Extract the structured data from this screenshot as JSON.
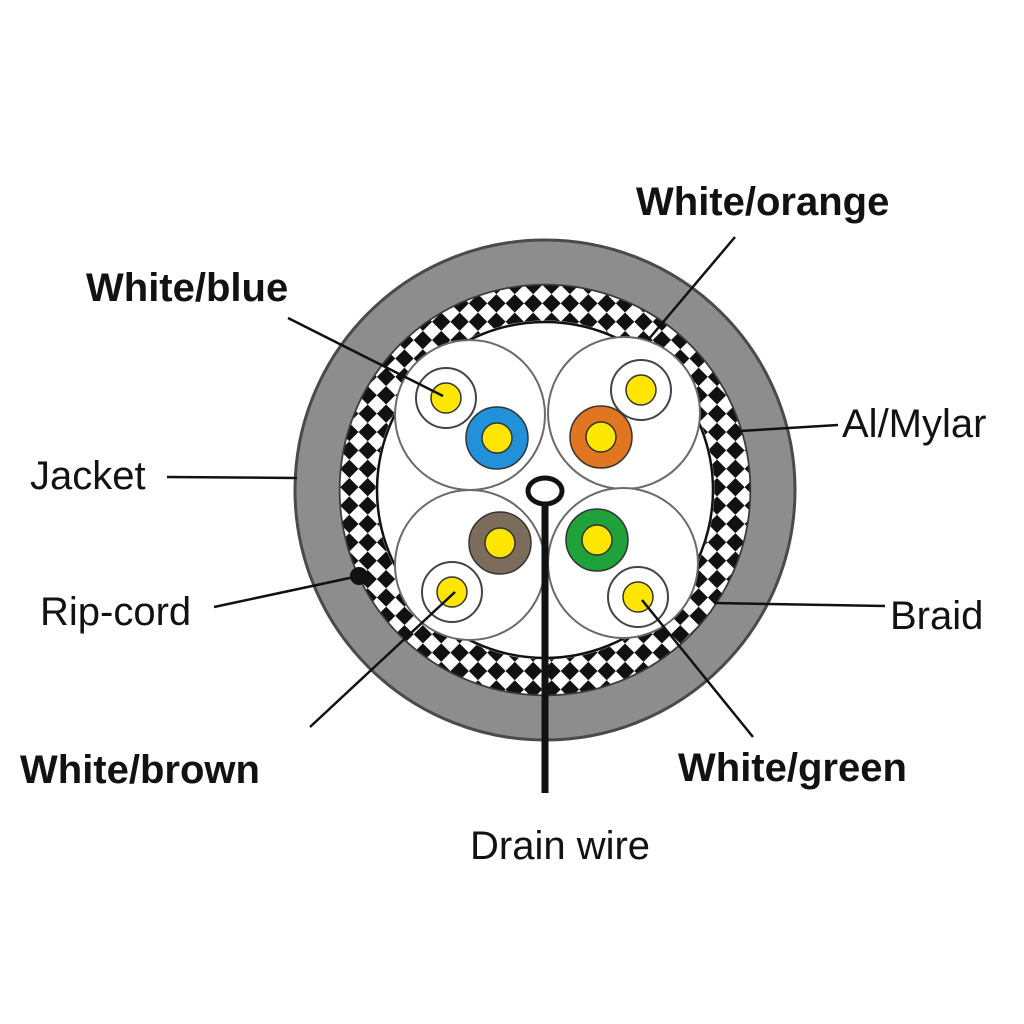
{
  "diagram": {
    "type": "shielded-twisted-pair-cable-cross-section",
    "labels": {
      "white_orange": "White/orange",
      "white_blue": "White/blue",
      "jacket": "Jacket",
      "al_mylar": "Al/Mylar",
      "rip_cord": "Rip-cord",
      "braid": "Braid",
      "white_brown": "White/brown",
      "white_green": "White/green",
      "drain_wire": "Drain wire"
    },
    "colors": {
      "jacket": "#8d8d8d",
      "jacket_edge": "#4a4a4a",
      "conductor_yellow": "#ffe600",
      "blue": "#2191d9",
      "orange": "#e0761f",
      "brown": "#7c6c5c",
      "green": "#1fa23a",
      "white_insulation": "#ffffff",
      "line": "#111111"
    }
  }
}
